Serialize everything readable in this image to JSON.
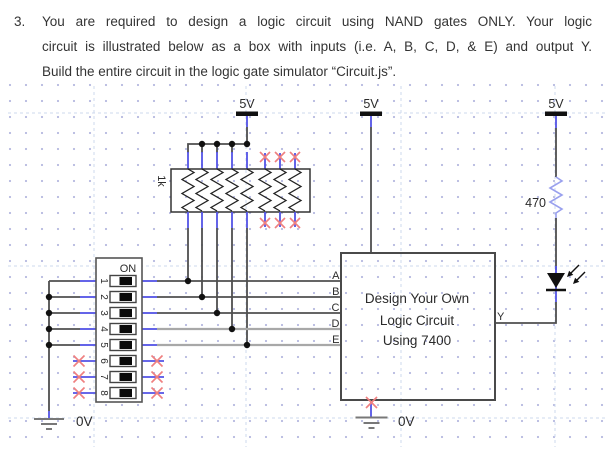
{
  "question": {
    "number": "3.",
    "lines": [
      "You are required to design a logic circuit using NAND gates ONLY.  Your logic",
      "circuit is illustrated below as a box with inputs (i.e. A, B, C, D, & E) and output Y.",
      "Build the entire circuit in the logic gate simulator “Circuit.js”."
    ]
  },
  "circuit": {
    "power_label": "5V",
    "ground_label": "0V",
    "resistor_network_value": "1k",
    "led_resistor_value": "470",
    "dip": {
      "on_label": "ON",
      "numbers": [
        "1",
        "2",
        "3",
        "4",
        "5",
        "6",
        "7",
        "8"
      ]
    },
    "box": {
      "lines": [
        "Design Your Own",
        "Logic Circuit",
        "Using 7400"
      ],
      "inputs": [
        "A",
        "B",
        "C",
        "D",
        "E"
      ],
      "output": "Y"
    },
    "colors": {
      "wire": "#4f4f4f",
      "wire_inactive": "#a8a8a8",
      "pin_blue": "#5353e6",
      "unconnected_x": "#ef8080",
      "led_resistor": "#99a0ee",
      "junction_dot": "#111111",
      "grid_dot": "#b6b9e0",
      "grid_major_line": "#cdd8ee"
    }
  }
}
